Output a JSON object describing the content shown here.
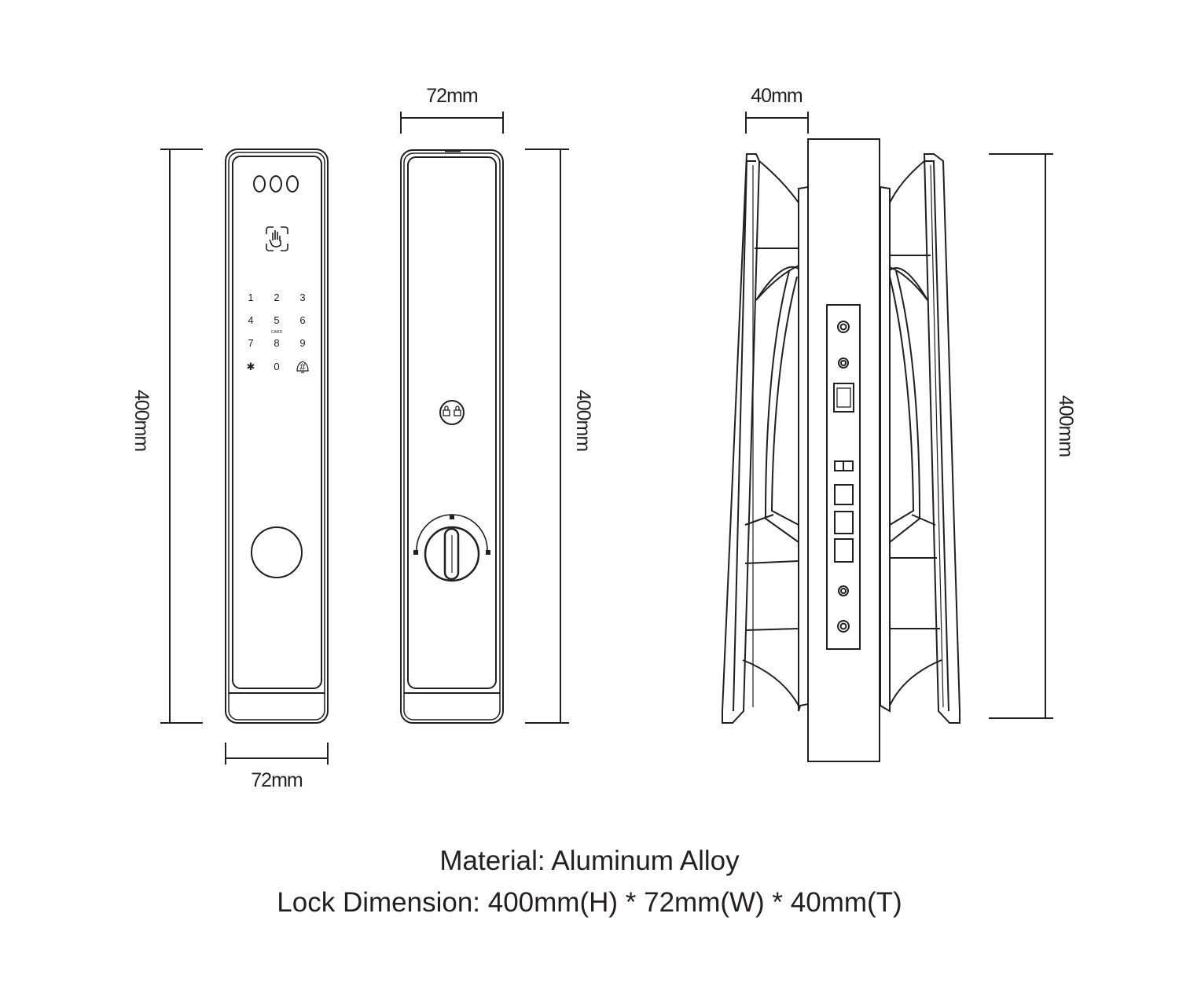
{
  "front_view": {
    "width_label": "72mm",
    "height_label": "400mm",
    "display_digits": "000",
    "keypad_rows": [
      [
        "1",
        "2",
        "3"
      ],
      [
        "4",
        "5",
        "6"
      ],
      [
        "7",
        "8",
        "9"
      ],
      [
        "✱",
        "0",
        "#"
      ]
    ],
    "card_label": "CARD"
  },
  "back_view": {
    "width_label": "72mm",
    "height_label": "400mm"
  },
  "side_view": {
    "thickness_label": "40mm",
    "height_label": "400mm"
  },
  "caption": {
    "material": "Material: Aluminum Alloy",
    "dimension": "Lock Dimension: 400mm(H) * 72mm(W) * 40mm(T)"
  },
  "colors": {
    "line": "#231f20",
    "background": "#ffffff"
  }
}
